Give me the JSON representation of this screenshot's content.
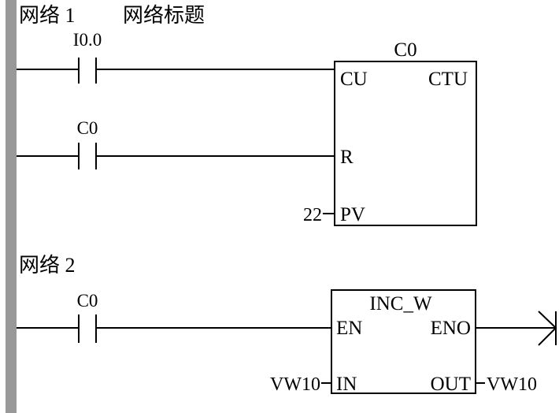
{
  "colors": {
    "rail": "#999999",
    "line": "#000000",
    "background": "#ffffff"
  },
  "network1": {
    "title": "网络 1",
    "comment": "网络标题",
    "contact1": {
      "address": "I0.0",
      "type": "normally-open"
    },
    "contact2": {
      "address": "C0",
      "type": "normally-open"
    },
    "counter": {
      "name": "C0",
      "type": "CTU",
      "pins": {
        "cu": "CU",
        "r": "R",
        "pv": "PV"
      },
      "pv_value": "22"
    }
  },
  "network2": {
    "title": "网络 2",
    "contact1": {
      "address": "C0",
      "type": "normally-open"
    },
    "box": {
      "type": "INC_W",
      "pins": {
        "en": "EN",
        "eno": "ENO",
        "in": "IN",
        "out": "OUT"
      },
      "in_value": "VW10",
      "out_value": "VW10"
    },
    "terminal_icon": "arrow-terminal-icon"
  }
}
